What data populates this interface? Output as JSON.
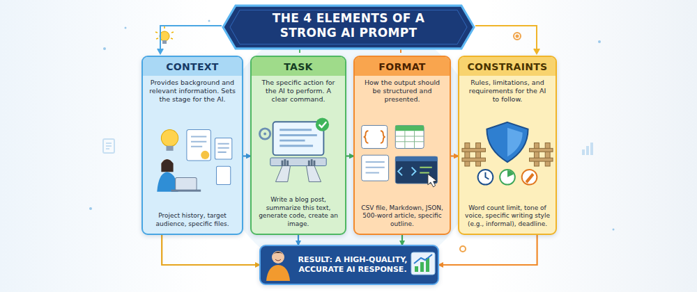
{
  "diagram": {
    "title": "THE 4 ELEMENTS OF A STRONG AI PROMPT",
    "nodes": [
      {
        "text": [
          "CONTEXT",
          "Provides background and relevant information. Sets the stage for the AI.",
          "Project history, target audience, specific files."
        ]
      },
      {
        "text": [
          "TASK",
          "The specific action for the AI to perform. A clear command.",
          "Write a blog post, summarize this text, generate code, create an image."
        ]
      },
      {
        "text": [
          "FORMAT",
          "How the output should be structured and presented.",
          "CSV file, Markdown, JSON, 500-word article, specific outline."
        ]
      },
      {
        "text": [
          "CONSTRAINTS",
          "Rules, limitations, and requirements for the AI to follow.",
          "Word count limit, tone of voice, specific writing style (e.g., informal), deadline."
        ]
      },
      {
        "text": [
          "RESULT: A HIGH-QUALITY, ACCURATE AI RESPONSE."
        ]
      }
    ],
    "edges": [
      {
        "from": 0,
        "to": 1,
        "arrow": "to"
      },
      {
        "from": 1,
        "to": 2,
        "arrow": "to"
      },
      {
        "from": 2,
        "to": 3,
        "arrow": "to"
      },
      {
        "from": 0,
        "to": 4,
        "arrow": "to"
      },
      {
        "from": 1,
        "to": 4,
        "arrow": "to"
      },
      {
        "from": 2,
        "to": 4,
        "arrow": "to"
      },
      {
        "from": 3,
        "to": 4,
        "arrow": "to"
      }
    ]
  }
}
